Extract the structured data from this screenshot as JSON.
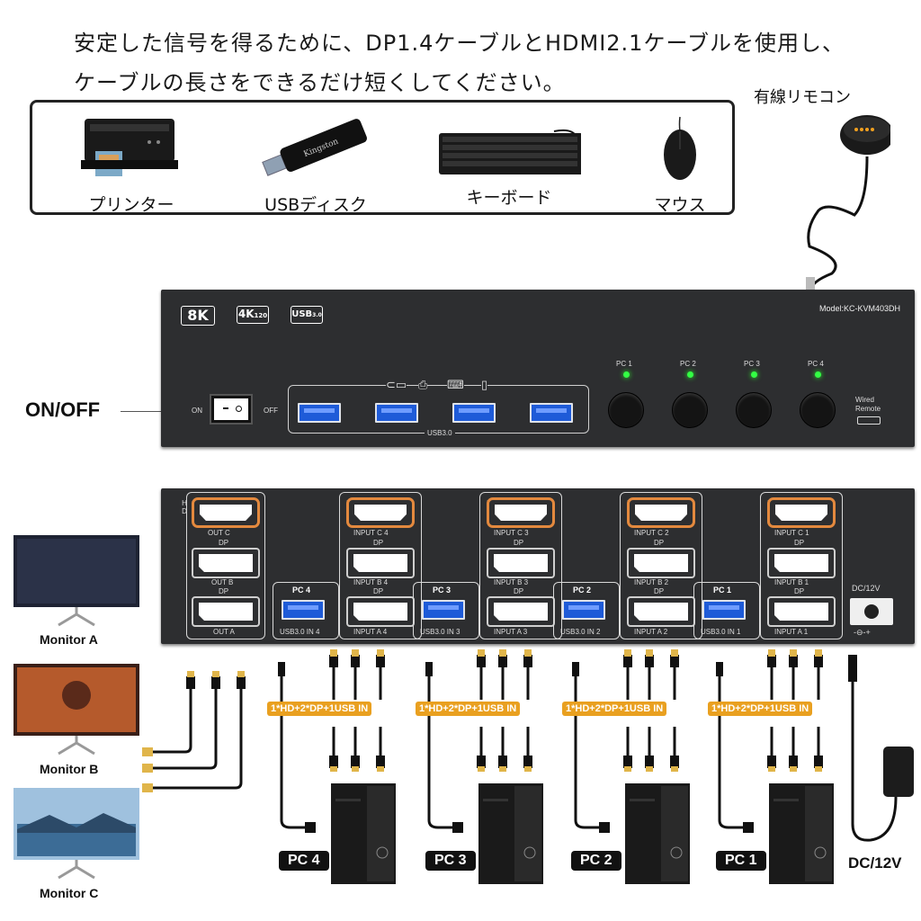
{
  "headline": {
    "line1": "安定した信号を得るために、DP1.4ケーブルとHDMI2.1ケーブルを使用し、",
    "line2": "ケーブルの長さをできるだけ短くしてください。"
  },
  "peripherals": [
    {
      "label": "プリンター"
    },
    {
      "label": "USBディスク"
    },
    {
      "label": "キーボード"
    },
    {
      "label": "マウス"
    }
  ],
  "remote": {
    "label": "有線リモコン"
  },
  "front_panel": {
    "badges": [
      "8K",
      "4K",
      "120",
      "USB",
      "3.0"
    ],
    "model": "Model:KC-KVM403DH",
    "switch_on": "ON",
    "switch_off": "OFF",
    "onoff_label": "ON/OFF",
    "usb_label": "USB3.0",
    "pc_buttons": [
      "PC 1",
      "PC 2",
      "PC 3",
      "PC 4"
    ],
    "wired_remote": [
      "Wired",
      "Remote"
    ]
  },
  "rear_panel": {
    "hd": "H D",
    "out": [
      "OUT C",
      "DP",
      "OUT B",
      "DP",
      "OUT A"
    ],
    "groups": [
      {
        "pc": "PC 4",
        "usb": "USB3.0 IN 4",
        "hdmi": "INPUT C 4",
        "dp_b": "INPUT B 4",
        "dp_a": "INPUT A 4"
      },
      {
        "pc": "PC 3",
        "usb": "USB3.0 IN 3",
        "hdmi": "INPUT C 3",
        "dp_b": "INPUT B 3",
        "dp_a": "INPUT A 3"
      },
      {
        "pc": "PC 2",
        "usb": "USB3.0 IN 2",
        "hdmi": "INPUT C 2",
        "dp_b": "INPUT B 2",
        "dp_a": "INPUT A 2"
      },
      {
        "pc": "PC 1",
        "usb": "USB3.0 IN 1",
        "hdmi": "INPUT C 1",
        "dp_b": "INPUT B 1",
        "dp_a": "INPUT A 1"
      }
    ],
    "dp_word": "DP",
    "dc": "DC/12V"
  },
  "cable_label": "1*HD+2*DP+1USB IN",
  "monitors": [
    "Monitor A",
    "Monitor B",
    "Monitor C"
  ],
  "pcs": [
    "PC 4",
    "PC 3",
    "PC 2",
    "PC 1"
  ],
  "dc_label": "DC/12V",
  "colors": {
    "accent": "#e9a020",
    "hdmi_border": "#e3893e",
    "usb_blue": "#1e5bd8",
    "led": "#33ff44",
    "panel": "#2d2e30"
  }
}
